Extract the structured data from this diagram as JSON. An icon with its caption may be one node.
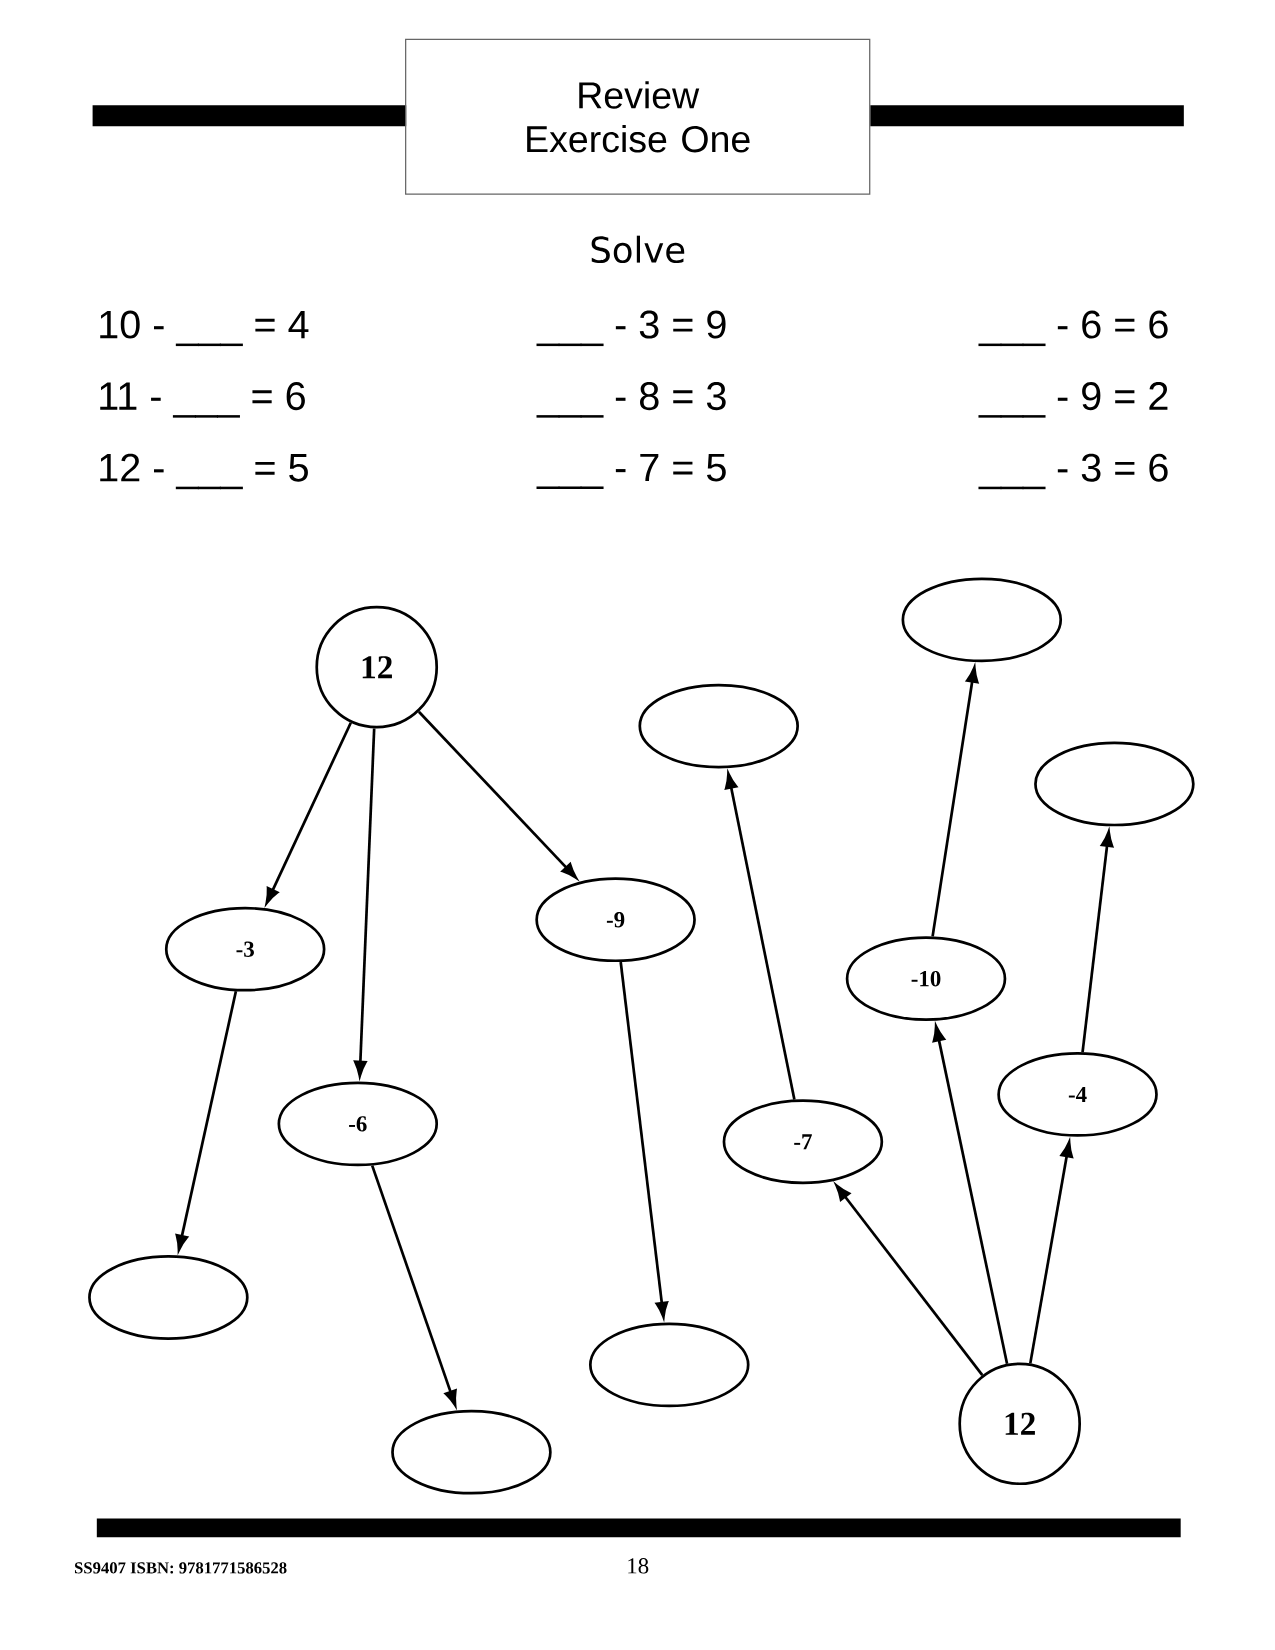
{
  "diagram": {
    "title": "Review Exercise One",
    "nodes": [
      {
        "text": [
          "12"
        ]
      },
      {
        "text": [
          "-3"
        ]
      },
      {
        "text": [
          "-6"
        ]
      },
      {
        "text": [
          "-9"
        ]
      },
      {
        "text": [],
        "shape": "ellipse"
      },
      {
        "text": [],
        "shape": "ellipse"
      },
      {
        "text": [],
        "shape": "ellipse"
      },
      {
        "text": [
          "12"
        ]
      },
      {
        "text": [
          "-7"
        ]
      },
      {
        "text": [
          "-10"
        ]
      },
      {
        "text": [
          "-4"
        ]
      },
      {
        "text": [],
        "shape": "ellipse"
      },
      {
        "text": [],
        "shape": "ellipse"
      },
      {
        "text": [],
        "shape": "ellipse"
      }
    ],
    "edges": [
      {
        "from": 0,
        "to": 1,
        "arrow": "to"
      },
      {
        "from": 0,
        "to": 2,
        "arrow": "to"
      },
      {
        "from": 0,
        "to": 3,
        "arrow": "to"
      },
      {
        "from": 1,
        "to": 4,
        "arrow": "to"
      },
      {
        "from": 2,
        "to": 5,
        "arrow": "to"
      },
      {
        "from": 3,
        "to": 6,
        "arrow": "to"
      },
      {
        "from": 7,
        "to": 8,
        "arrow": "to"
      },
      {
        "from": 7,
        "to": 9,
        "arrow": "to"
      },
      {
        "from": 7,
        "to": 10,
        "arrow": "to"
      },
      {
        "from": 8,
        "to": 11,
        "arrow": "to"
      },
      {
        "from": 9,
        "to": 12,
        "arrow": "to"
      },
      {
        "from": 10,
        "to": 13,
        "arrow": "to"
      }
    ],
    "labels": [
      "Solve",
      "10 - ___ = 4",
      "___ - 3 = 9",
      "___ - 6 = 6",
      "11 - ___ = 6",
      "___ - 8 = 3",
      "___ - 9 = 2",
      "12 - ___ = 5",
      "___ - 7 = 5",
      "___ - 3 = 6",
      "SS9407  ISBN: 9781771586528",
      "18"
    ]
  }
}
